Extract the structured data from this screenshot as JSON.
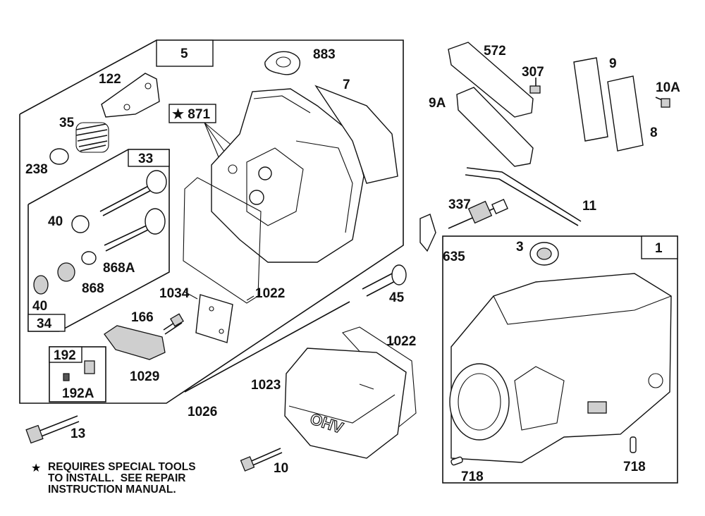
{
  "diagram": {
    "boxes": {
      "box_5": "5",
      "box_33": "33",
      "box_34": "34",
      "box_192": "192",
      "box_1": "1",
      "box_871": "★ 871"
    },
    "part_labels": {
      "p883": "883",
      "p122": "122",
      "p7": "7",
      "p35": "35",
      "p238": "238",
      "p40a": "40",
      "p868A": "868A",
      "p868": "868",
      "p40b": "40",
      "p1034": "1034",
      "p1022a": "1022",
      "p166": "166",
      "p1029": "1029",
      "p192A": "192A",
      "p13": "13",
      "p572": "572",
      "p307": "307",
      "p9": "9",
      "p10A": "10A",
      "p9A": "9A",
      "p8": "8",
      "p337": "337",
      "p11": "11",
      "p635": "635",
      "p3": "3",
      "p45": "45",
      "p1022b": "1022",
      "p1023": "1023",
      "p1026": "1026",
      "p10": "10",
      "p718a": "718",
      "p718b": "718"
    },
    "valve_cover_text": "OHV",
    "note_star": "★",
    "note_lines": [
      "REQUIRES SPECIAL TOOLS",
      "TO INSTALL.  SEE REPAIR",
      "INSTRUCTION MANUAL."
    ]
  }
}
